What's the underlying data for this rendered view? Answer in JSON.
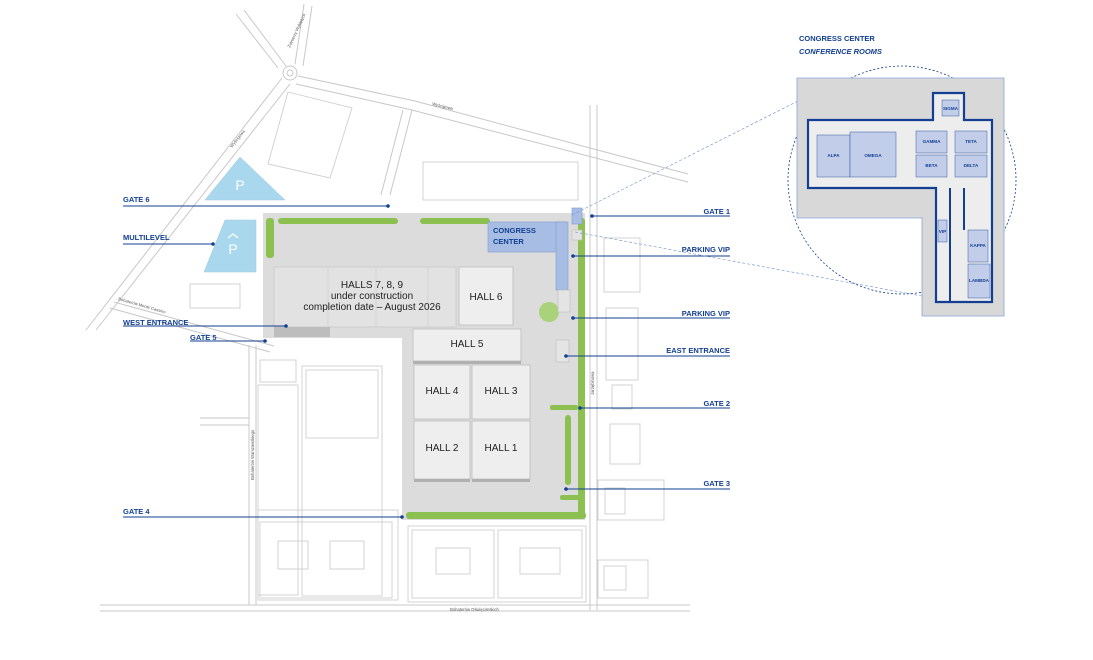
{
  "colors": {
    "brand_blue": "#123f91",
    "parking_fill": "#a9d8ee",
    "venue_grey": "#dcdcdc",
    "hall_grey": "#eeeeee",
    "greenery": "#8cc152"
  },
  "legend": {
    "title": "CONGRESS CENTER",
    "subtitle": "CONFERENCE ROOMS"
  },
  "halls": {
    "h789_title": "HALLS 7, 8, 9",
    "h789_status": "under construction",
    "h789_completion": "completion date – August 2026",
    "h6": "HALL 6",
    "h5": "HALL 5",
    "h4": "HALL 4",
    "h3": "HALL 3",
    "h2": "HALL 2",
    "h1": "HALL 1"
  },
  "congress_center": {
    "line1": "CONGRESS",
    "line2": "CENTER"
  },
  "parking": {
    "p_symbol": "P",
    "multilevel_symbol": "P"
  },
  "gates_left": {
    "gate6": "GATE 6",
    "multilevel": "MULTILEVEL",
    "west_entrance": "WEST ENTRANCE",
    "gate5": "GATE 5",
    "gate4": "GATE 4"
  },
  "gates_right": {
    "gate1": "GATE 1",
    "parking_vip_1": "PARKING VIP",
    "parking_vip_2": "PARKING VIP",
    "east_entrance": "EAST ENTRANCE",
    "gate2": "GATE 2",
    "gate3": "GATE 3"
  },
  "rooms": {
    "sigma": "SIGMA",
    "alpa": "ALPA",
    "omega": "OMEGA",
    "gamma": "GAMMA",
    "teta": "TETA",
    "beta": "BETA",
    "delta": "DELTA",
    "vip": "VIP",
    "kappa": "KAPPA",
    "lambda": "LAMBDA"
  },
  "streets": {
    "top_left": "Żołnierzy Wyklętych",
    "top": "Wyścigowa",
    "left_diagonal": "Wyścigowa",
    "west_diagonal": "Bohaterów Monte Cassino",
    "west_vertical": "Bohaterów Warszawskiego",
    "bottom": "Bohaterów Oświęcimskich",
    "east_vertical": "Jarzębinowa"
  }
}
